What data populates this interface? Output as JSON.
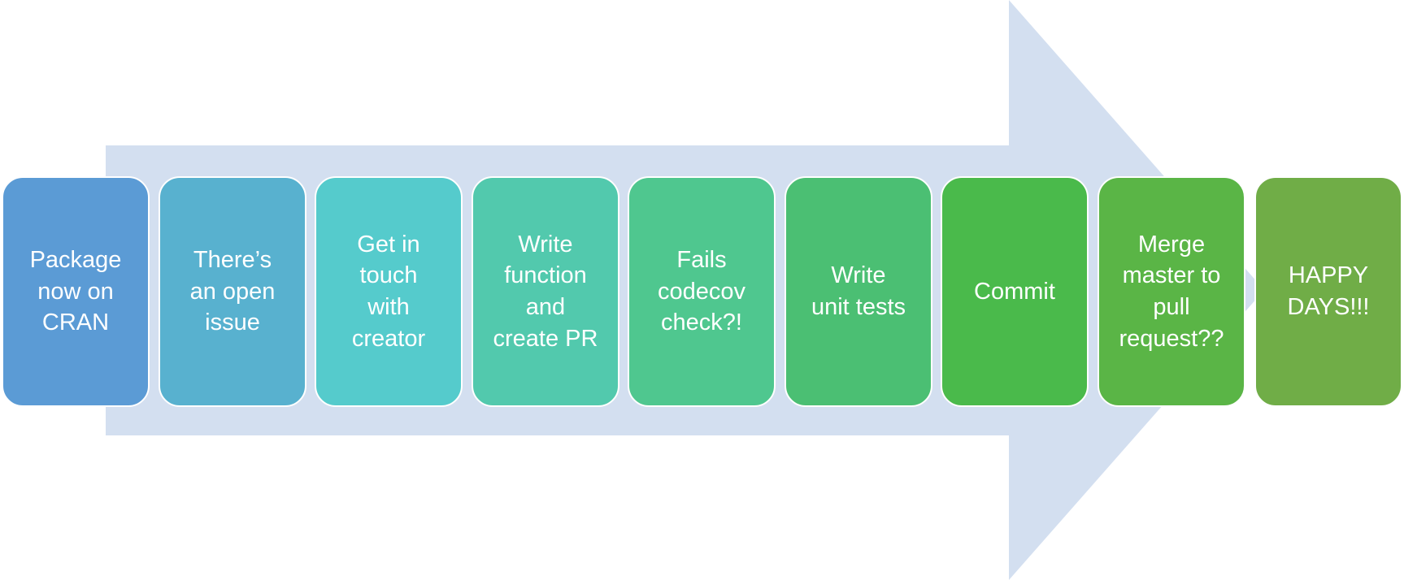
{
  "diagram": {
    "arrow_color": "#d3dff0",
    "steps": [
      {
        "label": "Package\nnow on\nCRAN",
        "color": "#5b9bd5"
      },
      {
        "label": "There’s\nan open\nissue",
        "color": "#58b1cf"
      },
      {
        "label": "Get in\ntouch\nwith\ncreator",
        "color": "#55cbcc"
      },
      {
        "label": "Write\nfunction\nand\ncreate PR",
        "color": "#52c9ad"
      },
      {
        "label": "Fails\ncodecov\ncheck?!",
        "color": "#4fc78f"
      },
      {
        "label": "Write\nunit tests",
        "color": "#4bbf73"
      },
      {
        "label": "Commit",
        "color": "#4aba4b"
      },
      {
        "label": "Merge\nmaster to\npull\nrequest??",
        "color": "#5ab546"
      },
      {
        "label": "HAPPY\nDAYS!!!",
        "color": "#70ad47"
      }
    ]
  }
}
